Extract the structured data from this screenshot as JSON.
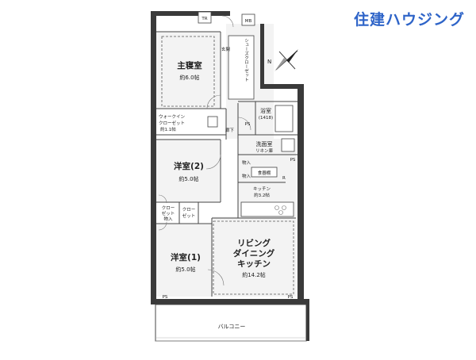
{
  "logo": {
    "text": "住建ハウジング",
    "color": "#2e64c8"
  },
  "rooms": {
    "master_bedroom": {
      "name": "主寝室",
      "size": "約6.0帖"
    },
    "western1": {
      "name": "洋室(1)",
      "size": "約5.0帖"
    },
    "western2": {
      "name": "洋室(2)",
      "size": "約5.0帖"
    },
    "ldk": {
      "line1": "リビング",
      "line2": "ダイニング",
      "line3": "キッチン",
      "size": "約14.2帖"
    },
    "kitchen": {
      "name": "キッチン",
      "size": "約3.2帖"
    },
    "bath": {
      "name": "浴室",
      "size": "(1418)"
    },
    "washroom": {
      "name": "洗面室"
    },
    "walk_in": {
      "line1": "ウォークイン",
      "line2": "クローゼット",
      "size": "約1.1帖"
    },
    "closet1": {
      "line1": "クロー",
      "line2": "ゼット"
    },
    "closet2": {
      "line1": "クロー",
      "line2": "ゼット"
    },
    "shoe_closet": {
      "text": "シューズクローゼット"
    },
    "entrance": {
      "name": "玄関"
    },
    "hallway": {
      "name": "廊下"
    },
    "pantry": {
      "name": "食器棚"
    },
    "balcony": {
      "name": "バルコニー"
    }
  },
  "small_labels": {
    "tr": "TR",
    "mb": "MB",
    "ps": "PS",
    "storage": "物入",
    "linen": "リネン庫",
    "r": "R"
  },
  "compass": {
    "label": "N"
  }
}
